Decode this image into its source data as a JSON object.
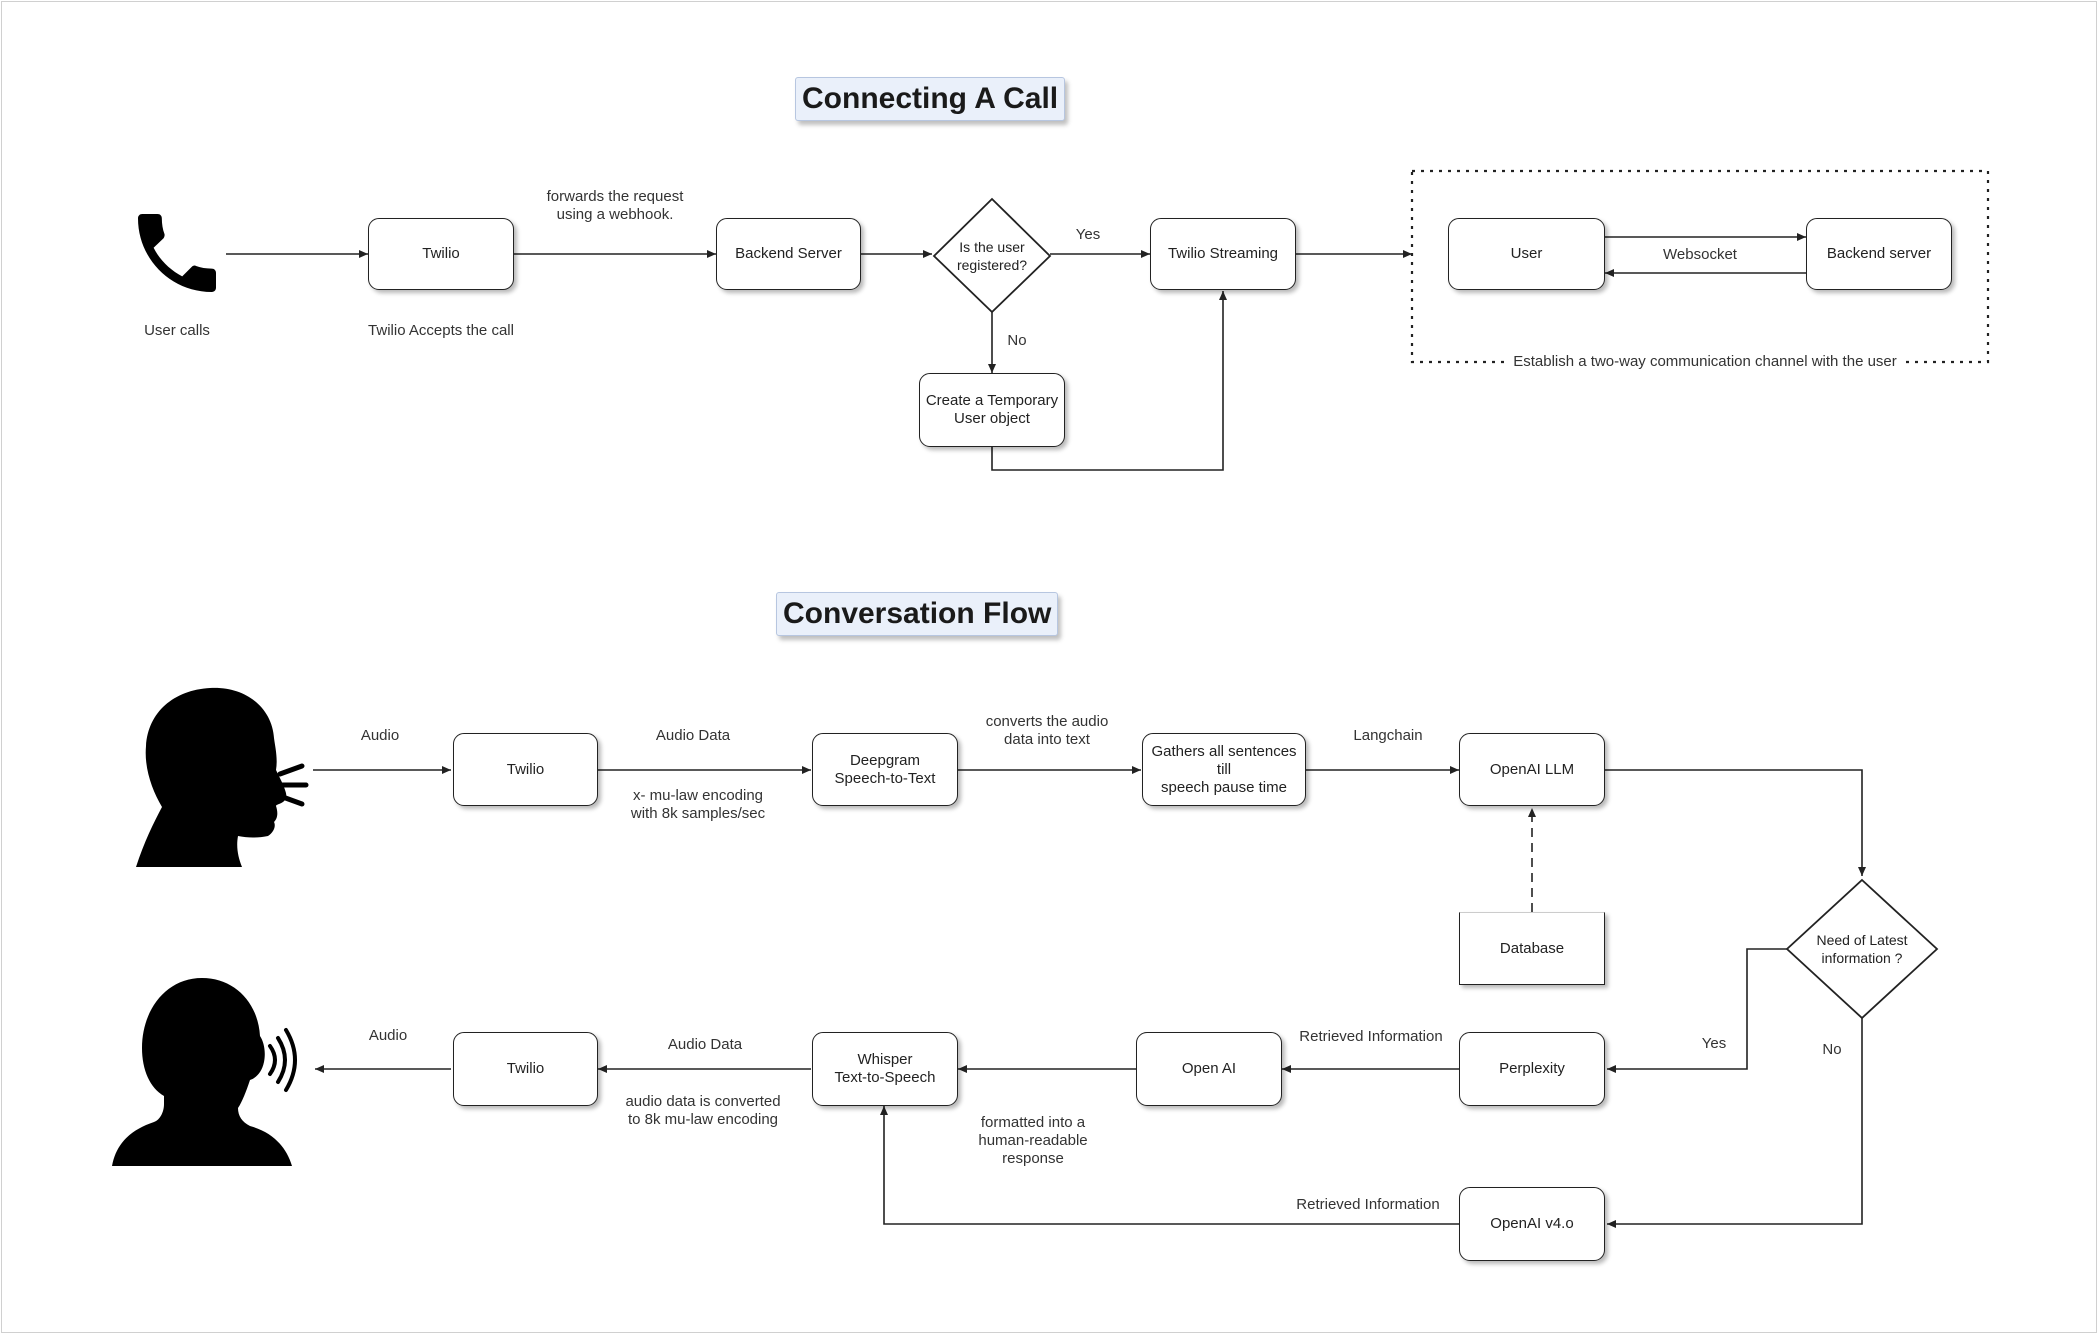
{
  "section1": {
    "title": "Connecting A Call",
    "user_calls": "User calls",
    "twilio": "Twilio",
    "twilio_accepts": "Twilio Accepts the call",
    "forwards": "forwards the request\nusing a webhook.",
    "backend_server": "Backend Server",
    "is_registered": "Is the user\nregistered?",
    "yes": "Yes",
    "no": "No",
    "temp_user": "Create a Temporary\nUser object",
    "twilio_streaming": "Twilio Streaming",
    "user": "User",
    "websocket": "Websocket",
    "backend_server2": "Backend server",
    "establish": "Establish a two-way communication channel with the user"
  },
  "section2": {
    "title": "Conversation Flow",
    "audio_in": "Audio",
    "twilio_in": "Twilio",
    "audio_data_in": "Audio Data",
    "mulaw_in": "x- mu-law encoding\nwith 8k samples/sec",
    "deepgram": "Deepgram\nSpeech-to-Text",
    "converts": "converts the audio\ndata into text",
    "gathers": "Gathers all sentences till\nspeech pause time",
    "langchain": "Langchain",
    "openai_llm": "OpenAI LLM",
    "database": "Database",
    "need_info": "Need of Latest\ninformation ?",
    "yes": "Yes",
    "no": "No",
    "perplexity": "Perplexity",
    "retrieved1": "Retrieved Information",
    "open_ai": "Open AI",
    "formatted": "formatted into a\nhuman-readable\nresponse",
    "whisper": "Whisper\nText-to-Speech",
    "audio_data_out": "Audio Data",
    "mulaw_out": "audio data is converted\nto 8k mu-law encoding",
    "twilio_out": "Twilio",
    "audio_out": "Audio",
    "openai_v4": "OpenAI v4.o",
    "retrieved2": "Retrieved Information"
  },
  "icons": {
    "phone": "phone-icon",
    "speaking_head": "speaking-head-icon",
    "listening_head": "listening-head-icon"
  }
}
